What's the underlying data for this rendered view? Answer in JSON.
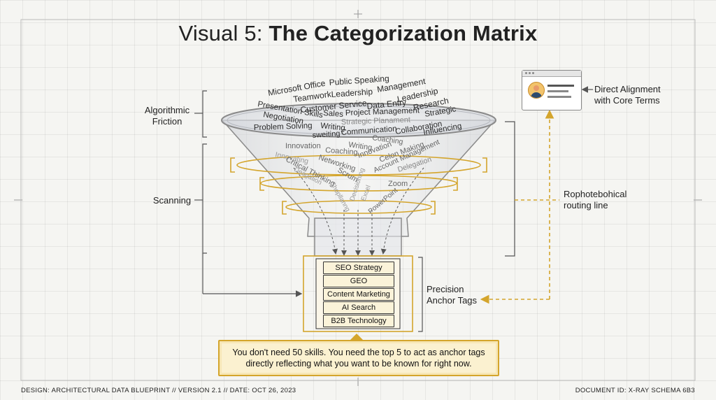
{
  "title": {
    "prefix": "Visual 5: ",
    "main": "The Categorization Matrix"
  },
  "labels": {
    "algorithmic_friction_line1": "Algorithmic",
    "algorithmic_friction_line2": "Friction",
    "scanning": "Scanning",
    "direct_alignment_line1": "Direct Alignment",
    "direct_alignment_line2": "with Core Terms",
    "routing_line1": "Rophotebohical",
    "routing_line2": "routing line",
    "precision_line1": "Precision",
    "precision_line2": "Anchor Tags"
  },
  "words_top": [
    "Public Speaking",
    "Microsoft Office",
    "Management",
    "Teamwork",
    "Leadership",
    "Leadership",
    "Customer Service",
    "Data Entry",
    "Research",
    "Presentation Skills",
    "Sales",
    "Project Management",
    "Strategic",
    "Negotiation",
    "Writing",
    "Strategic Planament",
    "Problem Solving",
    "Collaboration",
    "Influencing",
    "Communication",
    "sweiting",
    "Coaching"
  ],
  "words_inside": [
    "Innovation",
    "Writing",
    "Innovating",
    "Coaching",
    "Innovation",
    "Critical Thinking",
    "Networking",
    "Celon Making",
    "Account Management",
    "Scrum",
    "Delegation",
    "Zoom",
    "Deagation",
    "Shopllanng",
    "Decisioning",
    "Excel",
    "PowerPoint"
  ],
  "anchor_tags": [
    "SEO Strategy",
    "GEO",
    "Content Marketing",
    "AI Search",
    "B2B Technology"
  ],
  "callout": {
    "line1": "You don't need 50 skills. You need the top 5 to act as anchor tags",
    "line2": "directly reflecting what you want to be known for right now."
  },
  "footer": {
    "left": "DESIGN: ARCHITECTURAL DATA BLUEPRINT  //  VERSION 2.1  //  DATE: OCT 26, 2023",
    "right": "DOCUMENT ID: X-RAY SCHEMA 6B3"
  },
  "colors": {
    "accent": "#d4a52c",
    "line": "#555555",
    "funnel_rim": "#8a8a8a"
  },
  "icons": {
    "profile_card": "profile-card-icon"
  }
}
